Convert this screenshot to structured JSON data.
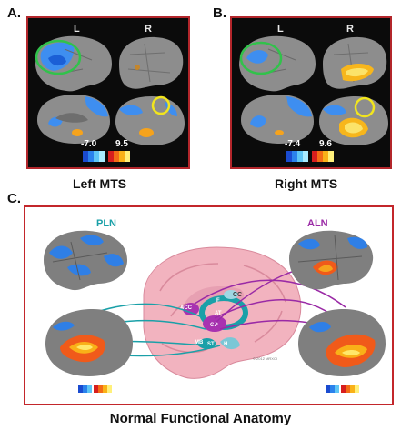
{
  "panel_a": {
    "letter": "A.",
    "left_label": "L",
    "right_label": "R",
    "scale_min": "-7.0",
    "scale_max": "9.5",
    "caption": "Left MTS"
  },
  "panel_b": {
    "letter": "B.",
    "left_label": "L",
    "right_label": "R",
    "scale_min": "-7.4",
    "scale_max": "9.6",
    "caption": "Right MTS"
  },
  "panel_c": {
    "letter": "C.",
    "pln_label": "PLN",
    "aln_label": "ALN",
    "center_labels": [
      "CC",
      "ACC",
      "F",
      "AT",
      "GP",
      "MB",
      "ST",
      "H"
    ],
    "copyright": "© 2012 MRXCI"
  },
  "footer": {
    "title": "Normal Functional Anatomy"
  },
  "colors": {
    "frame_red": "#c3262b",
    "pln_teal": "#1aa0a8",
    "aln_purple": "#9a2aa6",
    "activation_blue": "#2f7fe6",
    "activation_orange": "#f5a21a"
  }
}
